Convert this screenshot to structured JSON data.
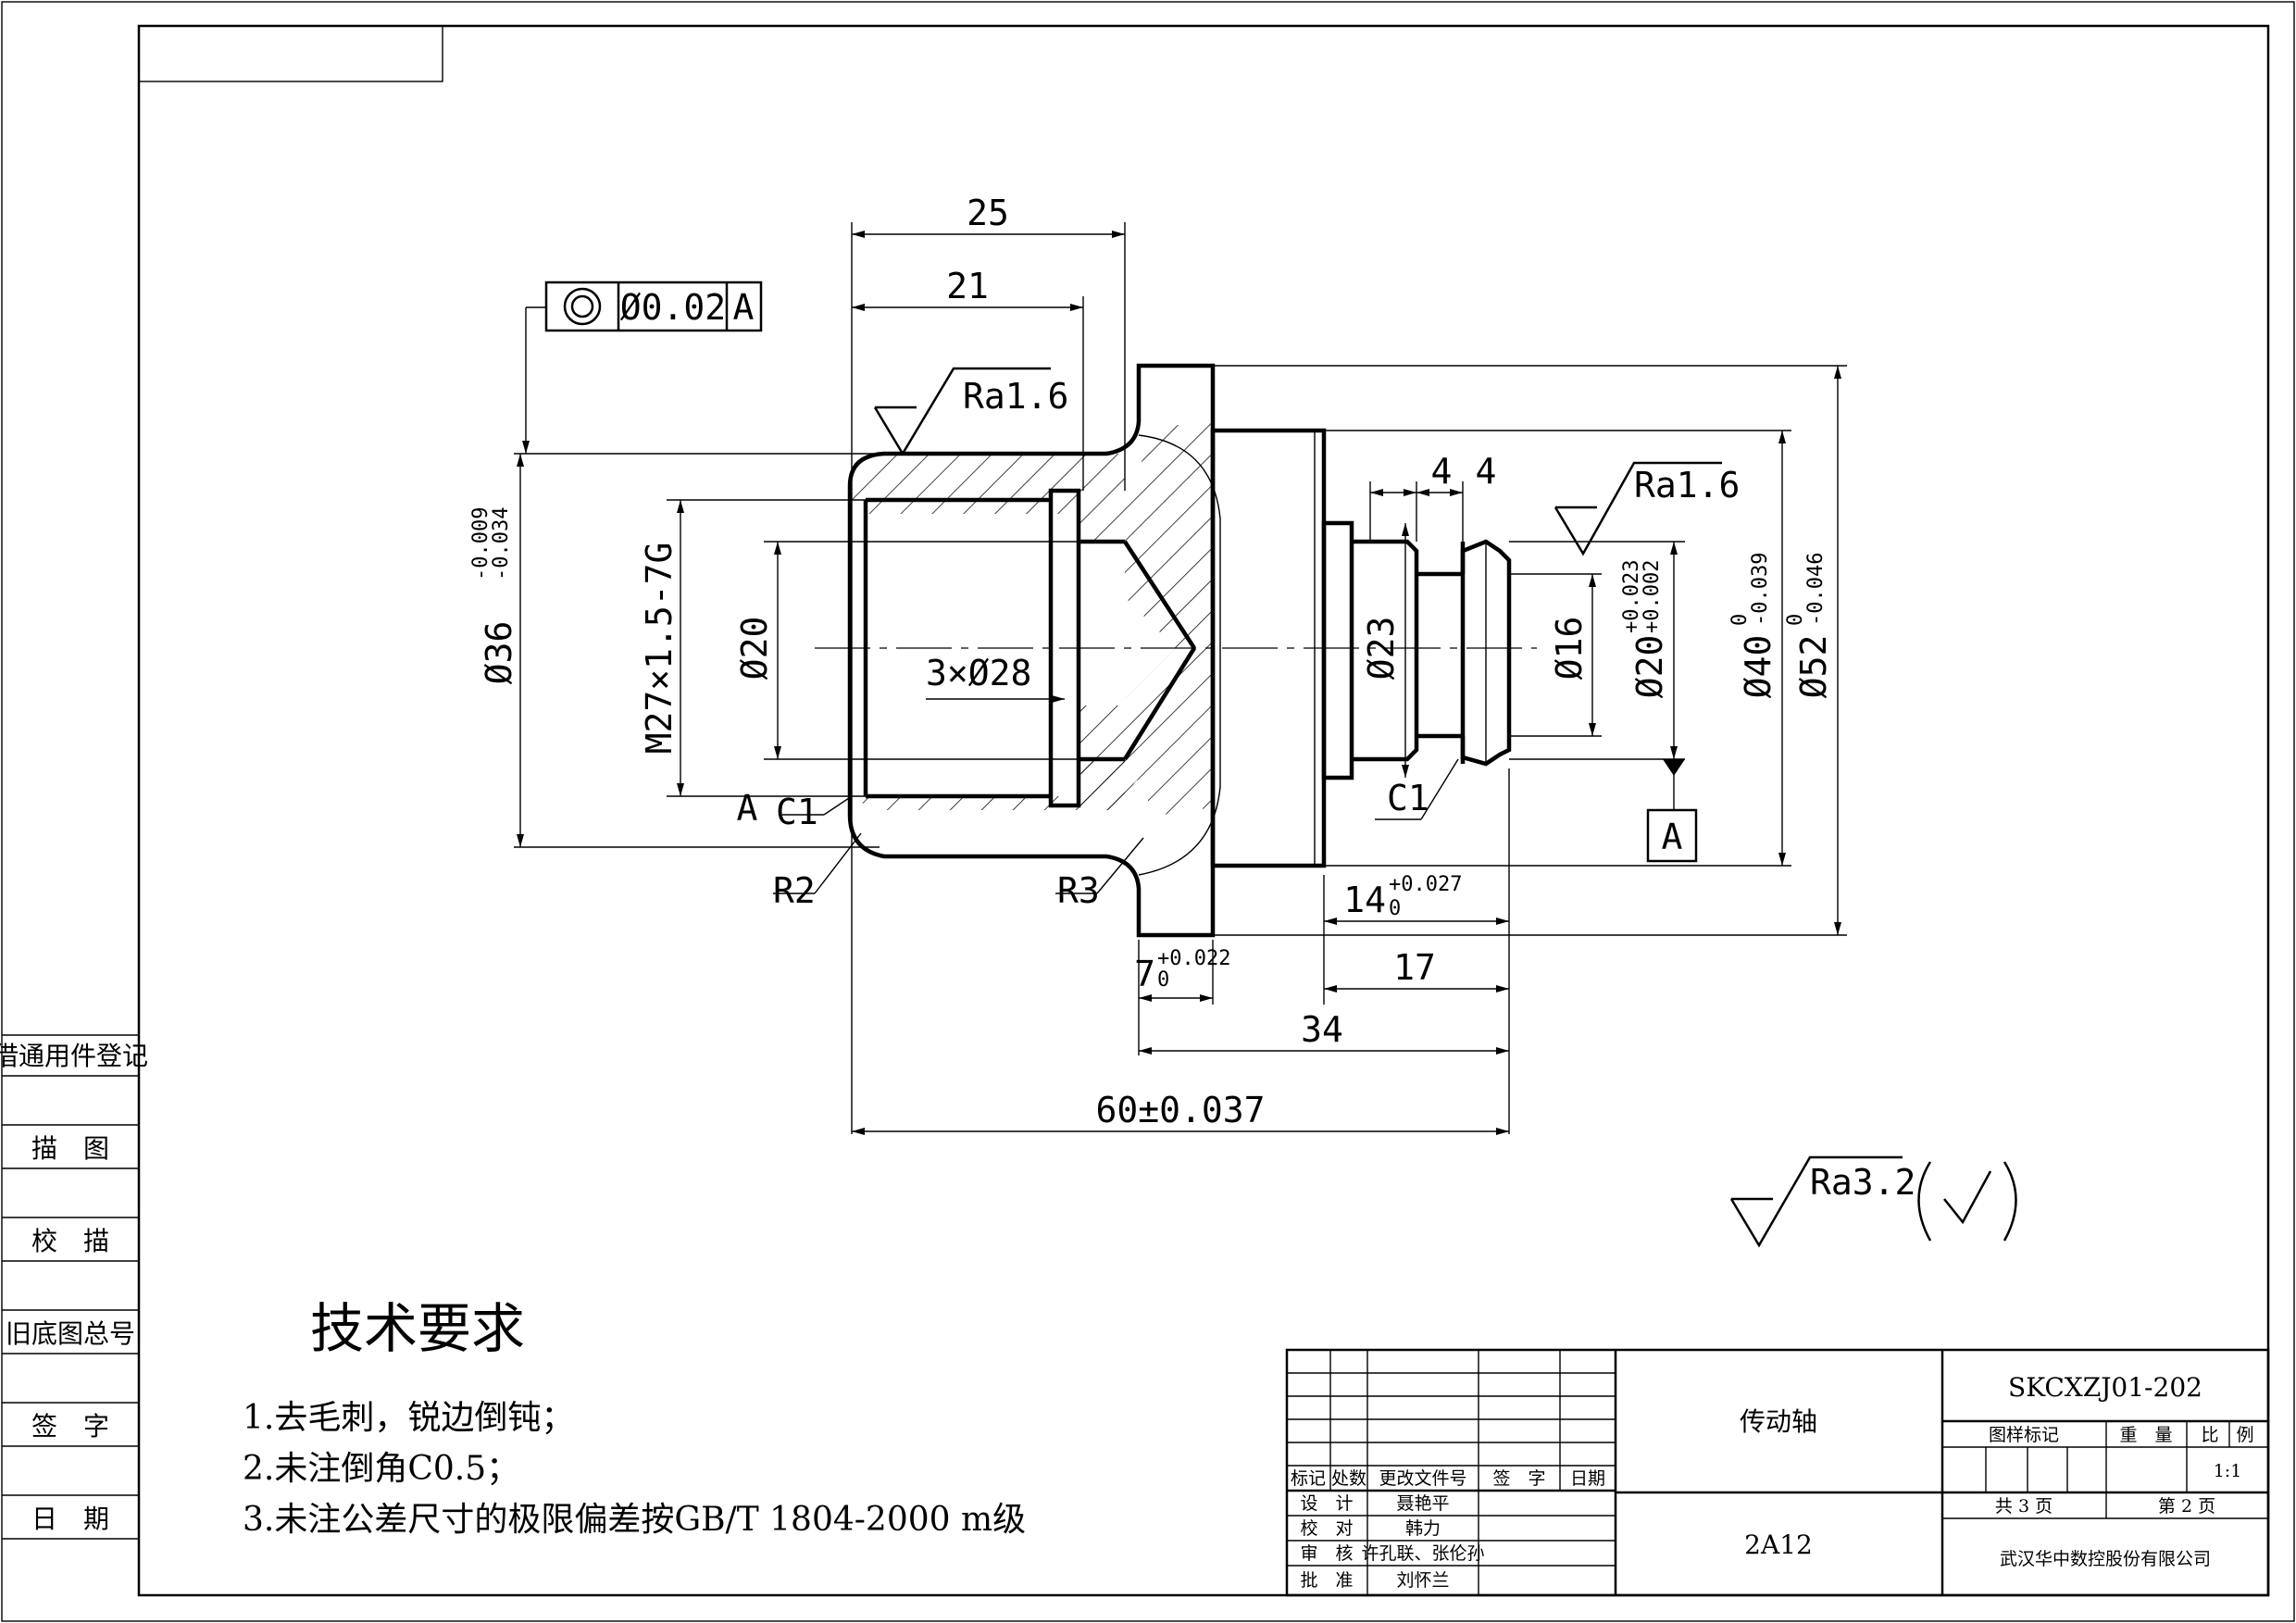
{
  "side_panel": {
    "items": [
      "借通用件登记",
      "描　图",
      "校　描",
      "旧底图总号",
      "签　字",
      "日　期"
    ]
  },
  "dimensions": {
    "d25": "25",
    "d21": "21",
    "d4a": "4",
    "d4b": "4",
    "d17": "17",
    "d34": "34",
    "d60": "60±0.037",
    "d14": "14",
    "d14_up": "+0.027",
    "d14_lo": "0",
    "d7": "7",
    "d7_up": "+0.022",
    "d7_lo": "0",
    "phi36": "Ø36",
    "phi36_up": "-0.009",
    "phi36_lo": "-0.034",
    "m27": "M27×1.5-7G",
    "phi20_in": "Ø20",
    "thread_relief": "3×Ø28",
    "phi23": "Ø23",
    "phi16": "Ø16",
    "phi20": "Ø20",
    "phi20_up": "+0.023",
    "phi20_lo": "+0.002",
    "phi40": "Ø40",
    "phi40_up": "0",
    "phi40_lo": "-0.039",
    "phi52": "Ø52",
    "phi52_up": "0",
    "phi52_lo": "-0.046",
    "c1_left": "C1",
    "c1_right": "C1",
    "r2": "R2",
    "r3": "R3"
  },
  "tolerance_frame": {
    "symbol": "concentricity-icon",
    "value": "Ø0.02",
    "datum": "A"
  },
  "datum_label": "A",
  "roughness": {
    "left": "Ra1.6",
    "right": "Ra1.6",
    "general": "Ra3.2"
  },
  "tech_requirements": {
    "title": "技术要求",
    "items": [
      "1.去毛刺，锐边倒钝；",
      "2.未注倒角C0.5；",
      "3.未注公差尺寸的极限偏差按GB/T 1804-2000 m级"
    ]
  },
  "title_block": {
    "headers": [
      "标记",
      "处数",
      "更改文件号",
      "签　字",
      "日期"
    ],
    "roles": [
      {
        "role": "设　计",
        "name": "聂艳平"
      },
      {
        "role": "校　对",
        "name": "韩力"
      },
      {
        "role": "审　核",
        "name": "许孔联、张伦孙"
      },
      {
        "role": "批　准",
        "name": "刘怀兰"
      }
    ],
    "part_name": "传动轴",
    "material": "2A12",
    "drawing_no": "SKCXZJ01-202",
    "col_labels": [
      "图样标记",
      "重　量",
      "比　例"
    ],
    "scale": "1:1",
    "total_pages": "共 3 页",
    "page": "第 2 页",
    "company": "武汉华中数控股份有限公司"
  }
}
